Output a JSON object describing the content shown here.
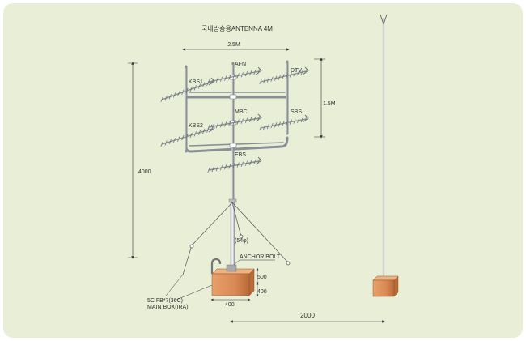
{
  "title": "국내방송용ANTENNA 4M",
  "labels": {
    "afn": "AFN",
    "dtv": "DTV",
    "kbs1": "KBS1",
    "kbs2": "KBS2",
    "mbc": "MBC",
    "sbs": "SBS",
    "ebs": "EBS",
    "anchor_bolt": "ANCHOR BOLT",
    "cable_line1": "5C FB*7(36C)",
    "cable_line2": "MAIN BOX(IRA)",
    "pipe_dia": "(54φ)"
  },
  "dimensions": {
    "frame_width": "2.5M",
    "frame_height": "1.5M",
    "total_height": "4000",
    "base_height_upper": "500",
    "base_height_lower": "400",
    "base_width": "400",
    "spacing": "2000"
  },
  "colors": {
    "background": "#e8efd6",
    "frame": "#8a8f96",
    "base": "#d98a55",
    "dimension_line": "#333333"
  }
}
